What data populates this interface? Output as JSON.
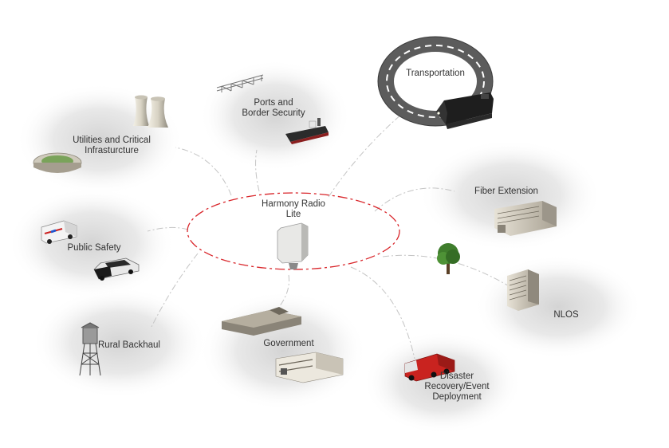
{
  "center": {
    "label": "Harmony Radio\nLite"
  },
  "nodes": [
    {
      "id": "transportation",
      "label": "Transportation"
    },
    {
      "id": "ports",
      "label": "Ports and\nBorder Security"
    },
    {
      "id": "utilities",
      "label": "Utilities and Critical\nInfrasturcture"
    },
    {
      "id": "fiber",
      "label": "Fiber Extension"
    },
    {
      "id": "public-safety",
      "label": "Public Safety"
    },
    {
      "id": "nlos",
      "label": "NLOS"
    },
    {
      "id": "rural",
      "label": "Rural Backhaul"
    },
    {
      "id": "government",
      "label": "Government"
    },
    {
      "id": "disaster",
      "label": "Disaster\nRecovery/Event\nDeployment"
    }
  ],
  "colors": {
    "center_ring": "#d9262b",
    "connector": "#bdbdbd",
    "halo": "#d9d9d9",
    "road": "#595959",
    "text": "#333333"
  }
}
